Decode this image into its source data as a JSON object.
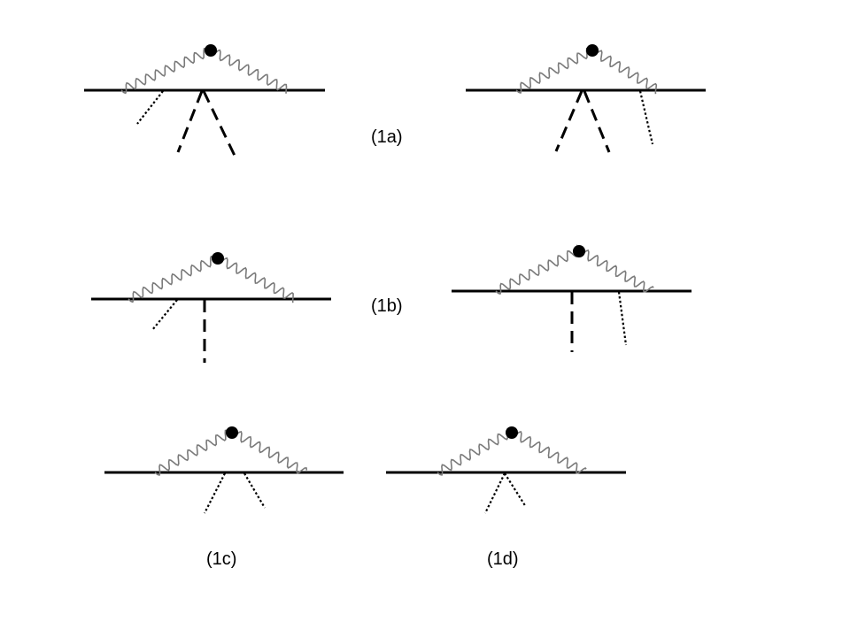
{
  "labels": {
    "fig_1a": "(1a)",
    "fig_1b": "(1b)",
    "fig_1c": "(1c)",
    "fig_1d": "(1d)"
  },
  "colors": {
    "lines": "#000000",
    "wavy": "#7a7a7a",
    "dot": "#000000",
    "background": "#ffffff"
  }
}
